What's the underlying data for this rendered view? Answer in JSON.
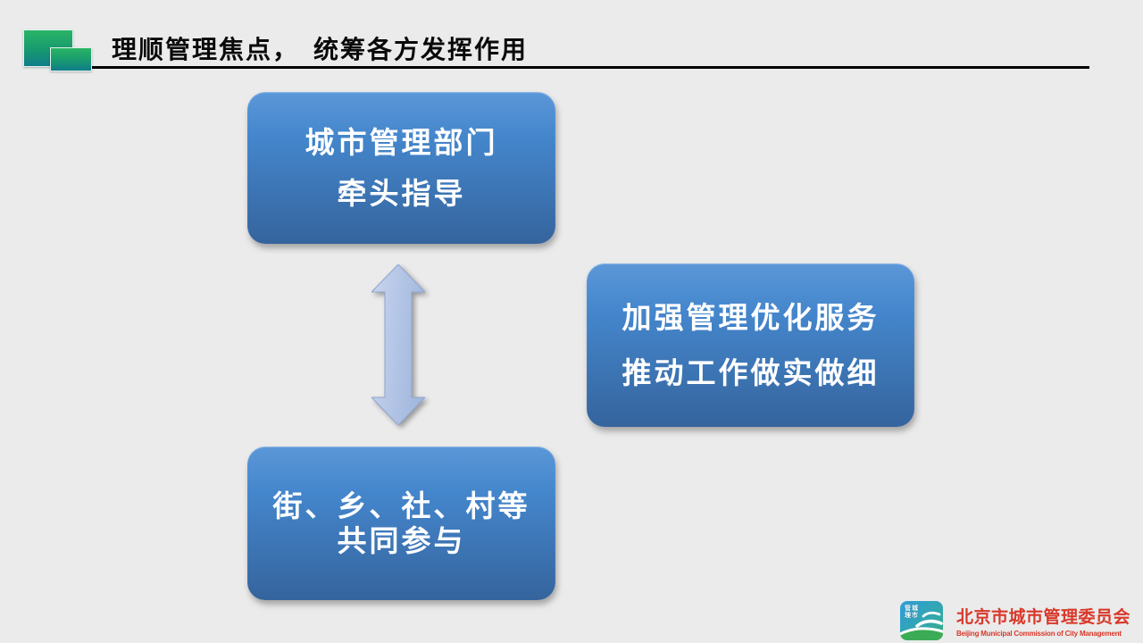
{
  "header": {
    "title": "理顺管理焦点，　统筹各方发挥作用"
  },
  "diagram": {
    "box_top": {
      "line1": "城市管理部门",
      "line2": "牵头指导"
    },
    "box_right": {
      "line1": "加强管理优化服务",
      "line2": "推动工作做实做细"
    },
    "box_bottom": {
      "line1": "街、乡、社、村等",
      "line2": "共同参与"
    },
    "arrow_meaning": "up-down-two-way-arrow"
  },
  "footer": {
    "logo_badge": {
      "line1": "管城",
      "line2": "理市"
    },
    "org_name_zh": "北京市城市管理委员会",
    "org_name_en": "Beijing Municipal Commission of City Management"
  },
  "colors": {
    "background": "#ebebeb",
    "box_blue_top": "#5b97d8",
    "box_blue_bottom": "#35649d",
    "arrow_fill_light": "#c9d5ef",
    "arrow_fill_dark": "#a2b8de",
    "header_green_top": "#2ab566",
    "header_green_bottom": "#0f7d8a",
    "title_color": "#0a0a0a",
    "logo_red": "#d9382a",
    "logo_blue": "#2f9ddb",
    "logo_green": "#3cab55"
  }
}
